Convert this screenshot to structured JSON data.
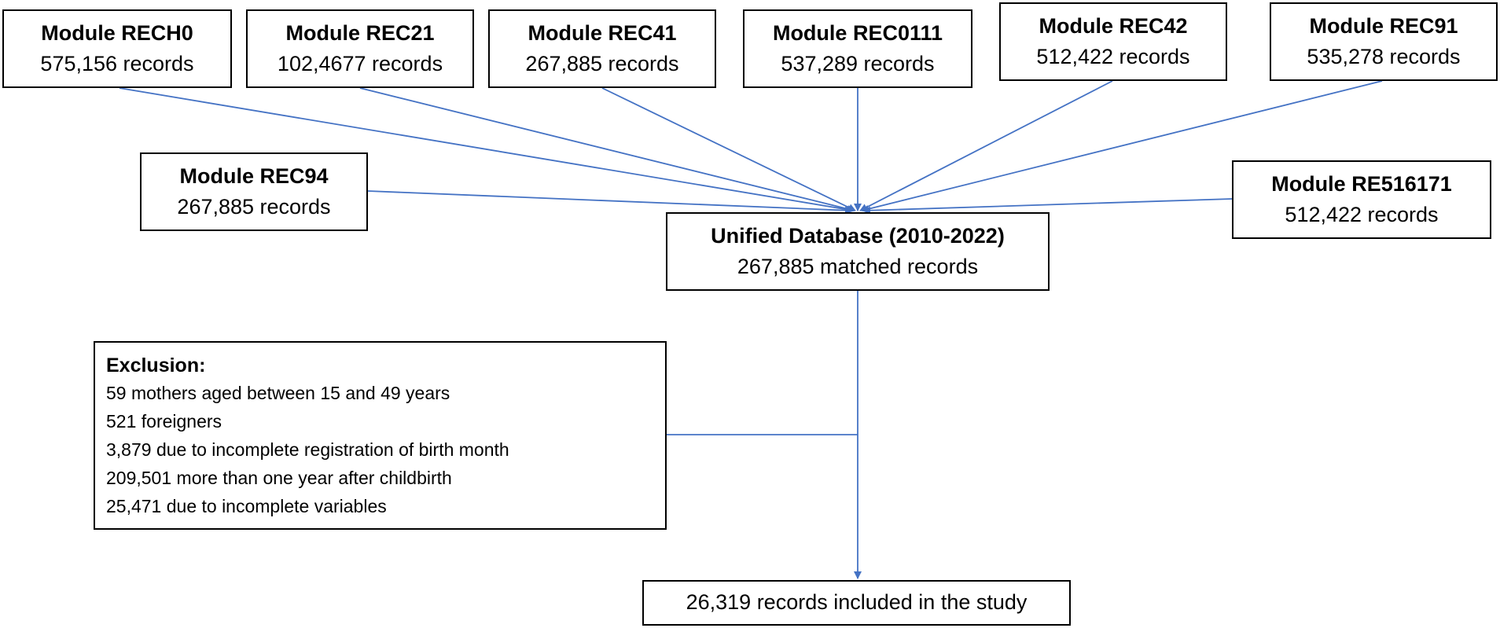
{
  "diagram": {
    "colors": {
      "connector": "#4472c4",
      "box_border": "#000000"
    },
    "modules": [
      {
        "id": "rech0",
        "title": "Module RECH0",
        "count": "575,156 records"
      },
      {
        "id": "rec21",
        "title": "Module REC21",
        "count": "102,4677 records"
      },
      {
        "id": "rec41",
        "title": "Module REC41",
        "count": "267,885 records"
      },
      {
        "id": "rec0111",
        "title": "Module REC0111",
        "count": "537,289 records"
      },
      {
        "id": "rec42",
        "title": "Module REC42",
        "count": "512,422 records"
      },
      {
        "id": "rec91",
        "title": "Module REC91",
        "count": "535,278 records"
      },
      {
        "id": "rec94",
        "title": "Module REC94",
        "count": "267,885 records"
      },
      {
        "id": "re516171",
        "title": "Module RE516171",
        "count": "512,422 records"
      }
    ],
    "unified": {
      "title": "Unified Database (2010-2022)",
      "count": "267,885 matched records"
    },
    "exclusion": {
      "title": "Exclusion:",
      "lines": [
        "59 mothers aged between 15 and 49 years",
        "521 foreigners",
        "3,879 due to incomplete registration of birth month",
        "209,501 more than one year after childbirth",
        "25,471 due to incomplete variables"
      ]
    },
    "final": {
      "label": "26,319 records included in the study"
    }
  }
}
